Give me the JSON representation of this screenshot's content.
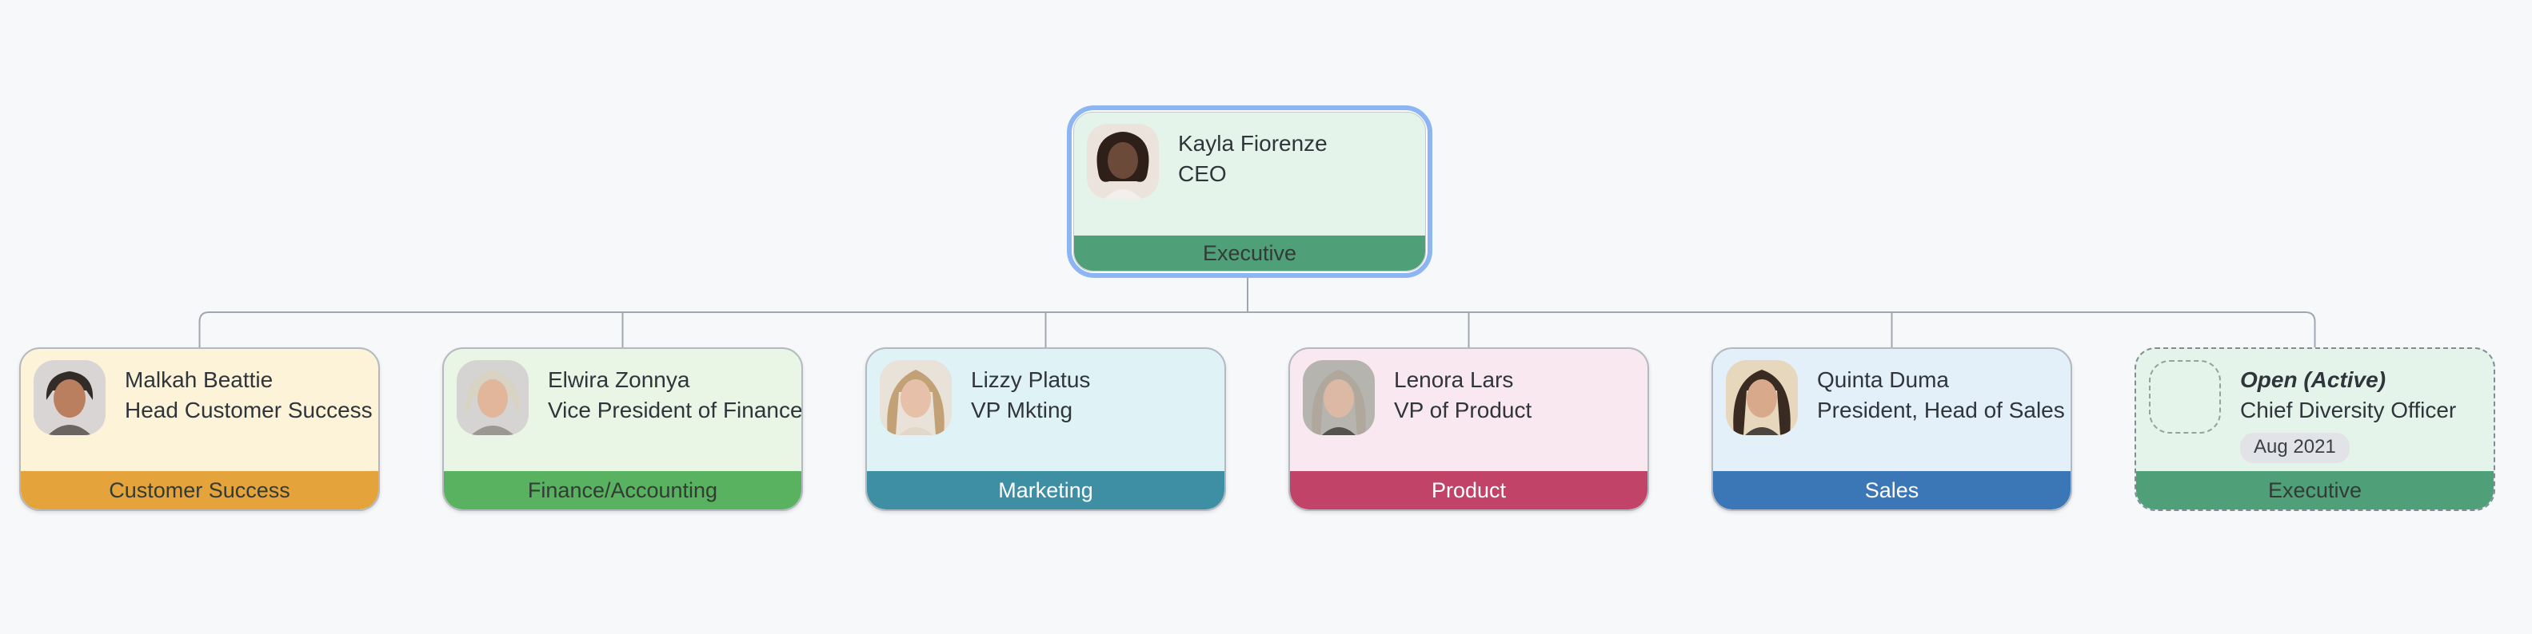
{
  "org_chart": {
    "root": {
      "name": "Kayla Fiorenze",
      "title": "CEO",
      "department": "Executive",
      "selected": true
    },
    "reports": [
      {
        "name": "Malkah Beattie",
        "title": "Head Customer Success",
        "department": "Customer Success"
      },
      {
        "name": "Elwira Zonnya",
        "title": "Vice President of Finance",
        "department": "Finance/Accounting"
      },
      {
        "name": "Lizzy Platus",
        "title": "VP Mkting",
        "department": "Marketing"
      },
      {
        "name": "Lenora Lars",
        "title": "VP of Product",
        "department": "Product"
      },
      {
        "name": "Quinta Duma",
        "title": "President, Head of Sales",
        "department": "Sales"
      },
      {
        "name": "Open (Active)",
        "title": "Chief Diversity Officer",
        "department": "Executive",
        "badge": "Aug 2021",
        "vacant": true
      }
    ]
  },
  "colors": {
    "canvas_background": "#f7f8fa",
    "connector": "#a0a7ae",
    "selection_ring": "#8db5f3",
    "text": "#2f353b",
    "departments": {
      "Executive": {
        "band": "#4f9f78",
        "body": "#e4f4eb",
        "band_text": "dark"
      },
      "Customer Success": {
        "band": "#e5a33c",
        "body": "#fcf3d8",
        "band_text": "dark"
      },
      "Finance/Accounting": {
        "band": "#58b25f",
        "body": "#e9f5e5",
        "band_text": "dark"
      },
      "Marketing": {
        "band": "#3e8fa3",
        "body": "#dff3f7",
        "band_text": "light"
      },
      "Product": {
        "band": "#c24368",
        "body": "#fae8f0",
        "band_text": "light"
      },
      "Sales": {
        "band": "#3b77b7",
        "body": "#e3eff9",
        "band_text": "light"
      }
    }
  }
}
